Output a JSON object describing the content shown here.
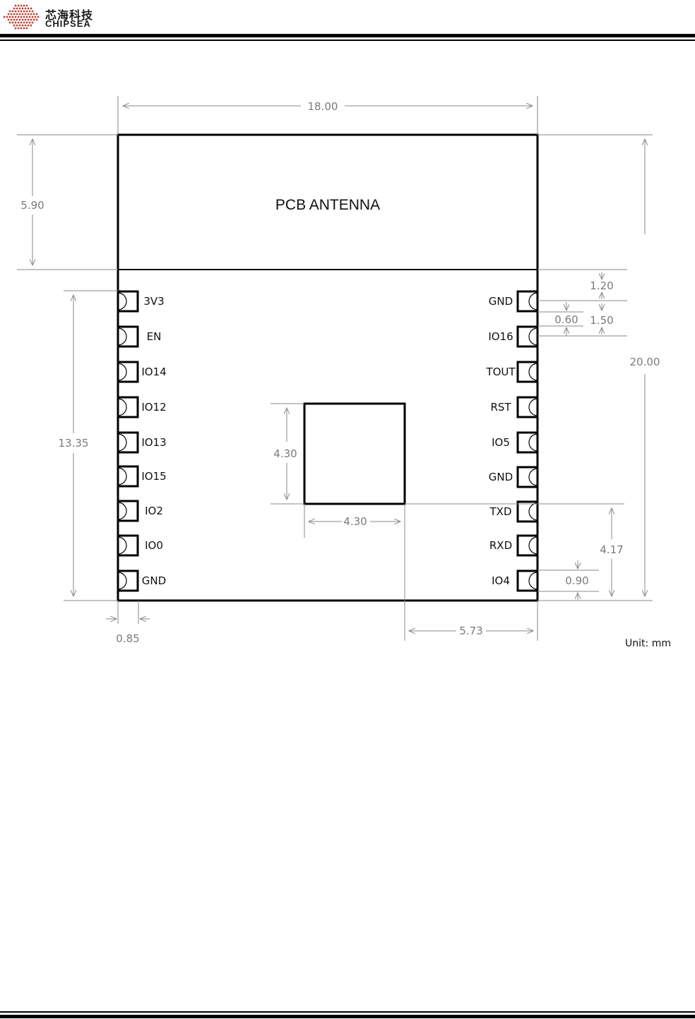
{
  "header": {
    "logo_cn": "芯海科技",
    "logo_en": "CHIPSEA",
    "brand_color": "#c0392b"
  },
  "diagram": {
    "antenna_label": "PCB ANTENNA",
    "unit_label": "Unit: mm",
    "dimensions": {
      "module_width": "18.00",
      "antenna_height": "5.90",
      "module_height": "20.00",
      "pin_span": "13.35",
      "top_gap": "1.20",
      "pin_pitch": "1.50",
      "pad_width": "0.60",
      "pad_edge": "0.85",
      "chip_height": "4.30",
      "chip_width": "4.30",
      "chip_offset": "5.73",
      "bottom_right": "4.17",
      "pad_length": "0.90"
    },
    "left_pins": [
      "3V3",
      "EN",
      "IO14",
      "IO12",
      "IO13",
      "IO15",
      "IO2",
      "IO0",
      "GND"
    ],
    "right_pins": [
      "GND",
      "IO16",
      "TOUT",
      "RST",
      "IO5",
      "GND",
      "TXD",
      "RXD",
      "IO4"
    ]
  }
}
